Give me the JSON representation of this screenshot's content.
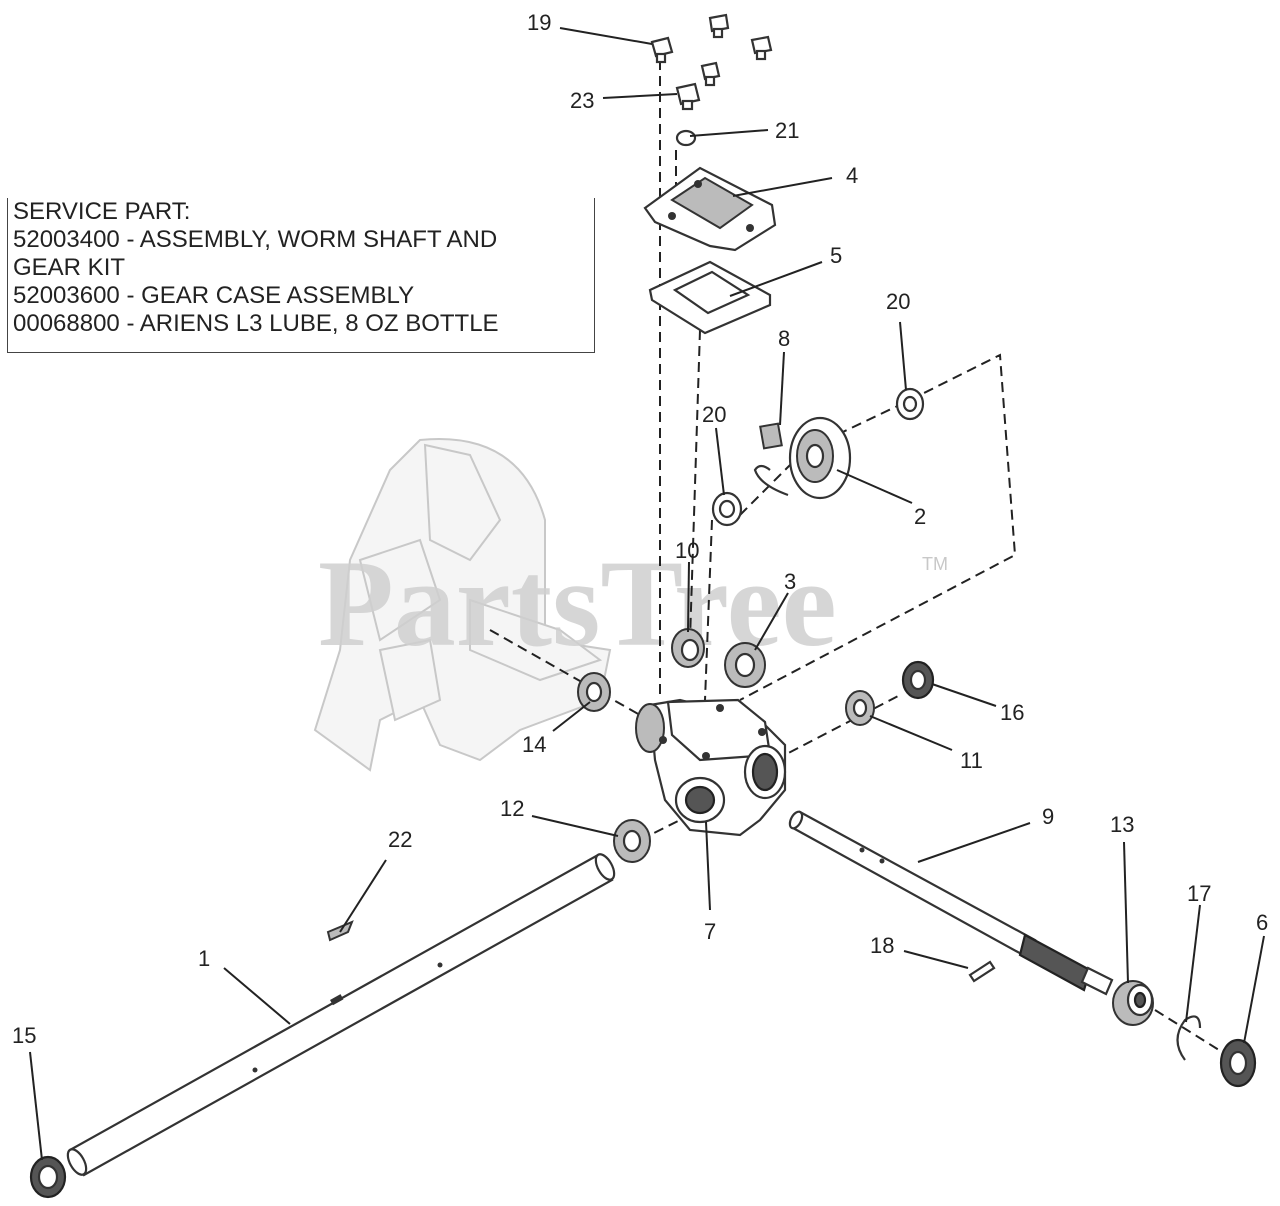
{
  "service_note": {
    "lines": [
      "SERVICE PART:",
      "52003400 - ASSEMBLY, WORM SHAFT AND",
      "GEAR KIT",
      "52003600 - GEAR CASE ASSEMBLY",
      "00068800 - ARIENS L3 LUBE, 8 OZ BOTTLE"
    ]
  },
  "watermark": {
    "text": "PartsTree",
    "tm": "TM"
  },
  "callouts": [
    {
      "id": "19",
      "label": "19"
    },
    {
      "id": "23",
      "label": "23"
    },
    {
      "id": "21",
      "label": "21"
    },
    {
      "id": "4",
      "label": "4"
    },
    {
      "id": "5",
      "label": "5"
    },
    {
      "id": "20a",
      "label": "20"
    },
    {
      "id": "8",
      "label": "8"
    },
    {
      "id": "20b",
      "label": "20"
    },
    {
      "id": "2",
      "label": "2"
    },
    {
      "id": "10",
      "label": "10"
    },
    {
      "id": "3",
      "label": "3"
    },
    {
      "id": "16",
      "label": "16"
    },
    {
      "id": "14",
      "label": "14"
    },
    {
      "id": "11",
      "label": "11"
    },
    {
      "id": "12",
      "label": "12"
    },
    {
      "id": "9",
      "label": "9"
    },
    {
      "id": "13",
      "label": "13"
    },
    {
      "id": "22",
      "label": "22"
    },
    {
      "id": "7",
      "label": "7"
    },
    {
      "id": "17",
      "label": "17"
    },
    {
      "id": "6",
      "label": "6"
    },
    {
      "id": "18",
      "label": "18"
    },
    {
      "id": "1",
      "label": "1"
    },
    {
      "id": "15",
      "label": "15"
    }
  ]
}
